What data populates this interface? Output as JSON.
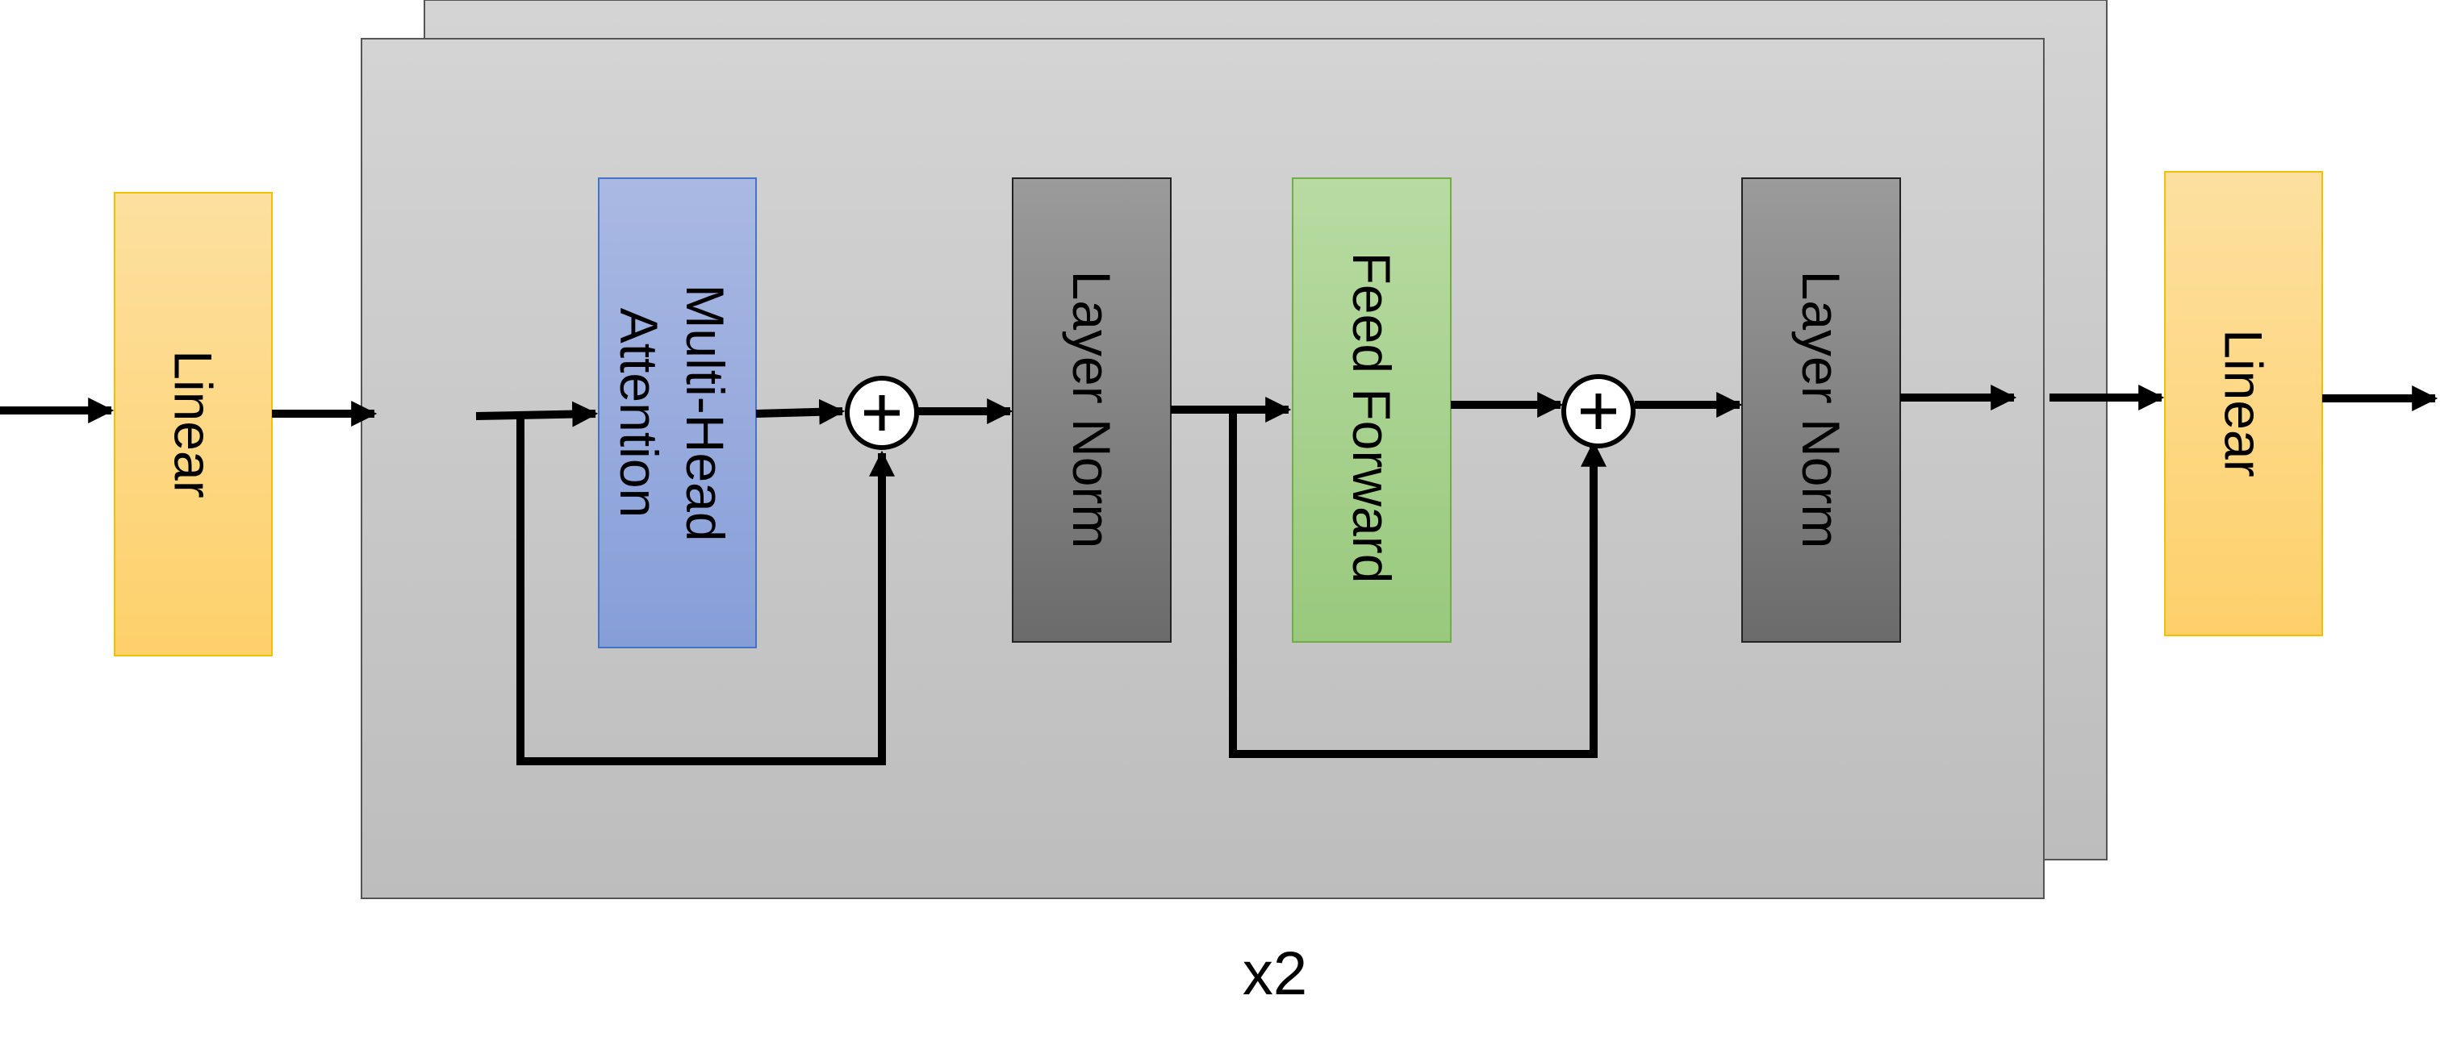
{
  "blocks": {
    "linear_in": "Linear",
    "mha_line1": "Multi-Head",
    "mha_line2": "Attention",
    "layernorm_1": "Layer Norm",
    "feed_forward": "Feed Forward",
    "layernorm_2": "Layer Norm",
    "linear_out": "Linear"
  },
  "repeat_label": "x2",
  "icons": {
    "add": "plus-circle-icon",
    "arrow": "arrowhead-icon"
  },
  "colors": {
    "linear": "#fdd98a",
    "attention": "#93a8dd",
    "layernorm": "#858585",
    "feed_forward": "#a8d08d",
    "container": "#c8c8c8",
    "line": "#000000"
  }
}
